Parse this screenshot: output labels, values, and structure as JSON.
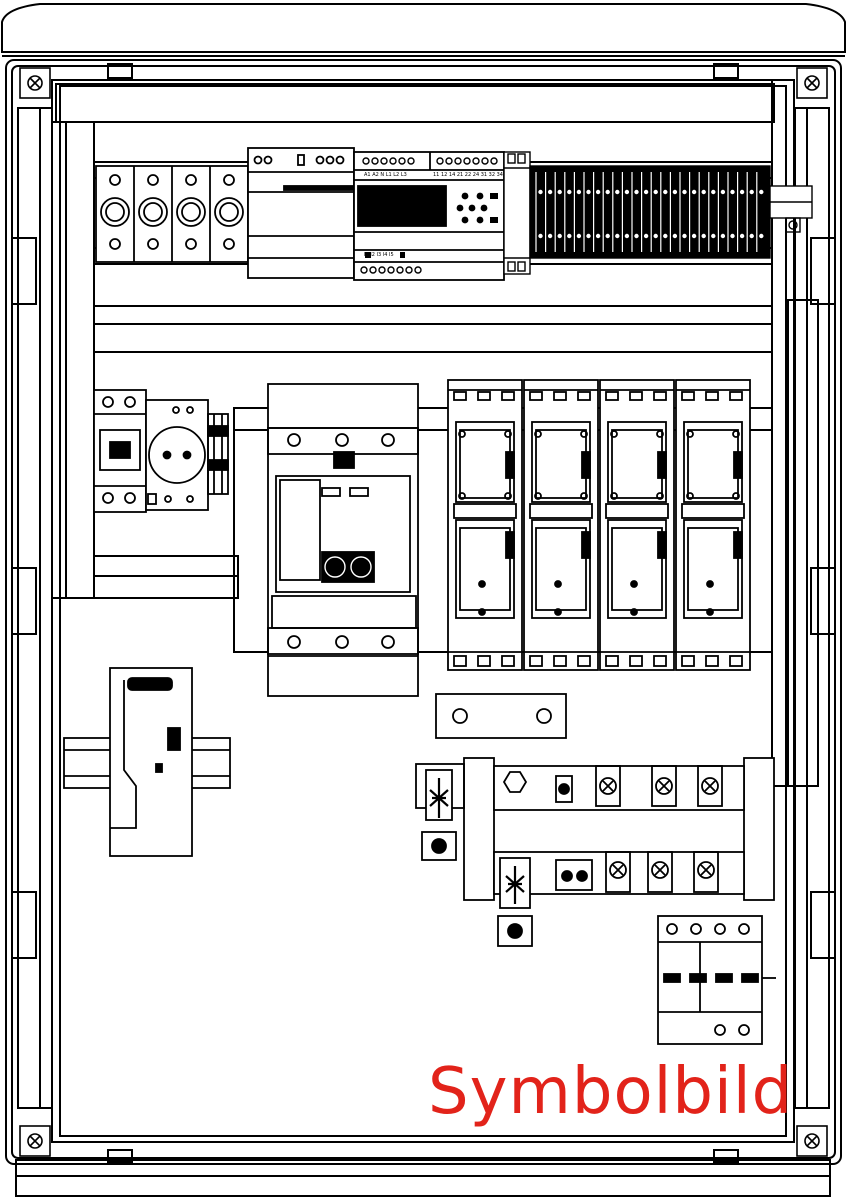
{
  "watermark": {
    "text": "Symbolbild",
    "color": "#e2231a"
  },
  "plc": {
    "top_terminal_labels": "A1 A2  N  L1 L2 L3",
    "top_right_terminal_labels": "11 12 14 21 22 24 31 32 34",
    "bottom_terminal_labels": "I1    I2    I3    I4  I5"
  },
  "colors": {
    "line": "#000000",
    "background": "#ffffff"
  },
  "icons": [
    "screw-icon",
    "fuse-icon",
    "socket-icon",
    "breaker-icon",
    "contactor-icon",
    "busbar-icon",
    "surge-protector-icon",
    "power-supply-icon"
  ]
}
